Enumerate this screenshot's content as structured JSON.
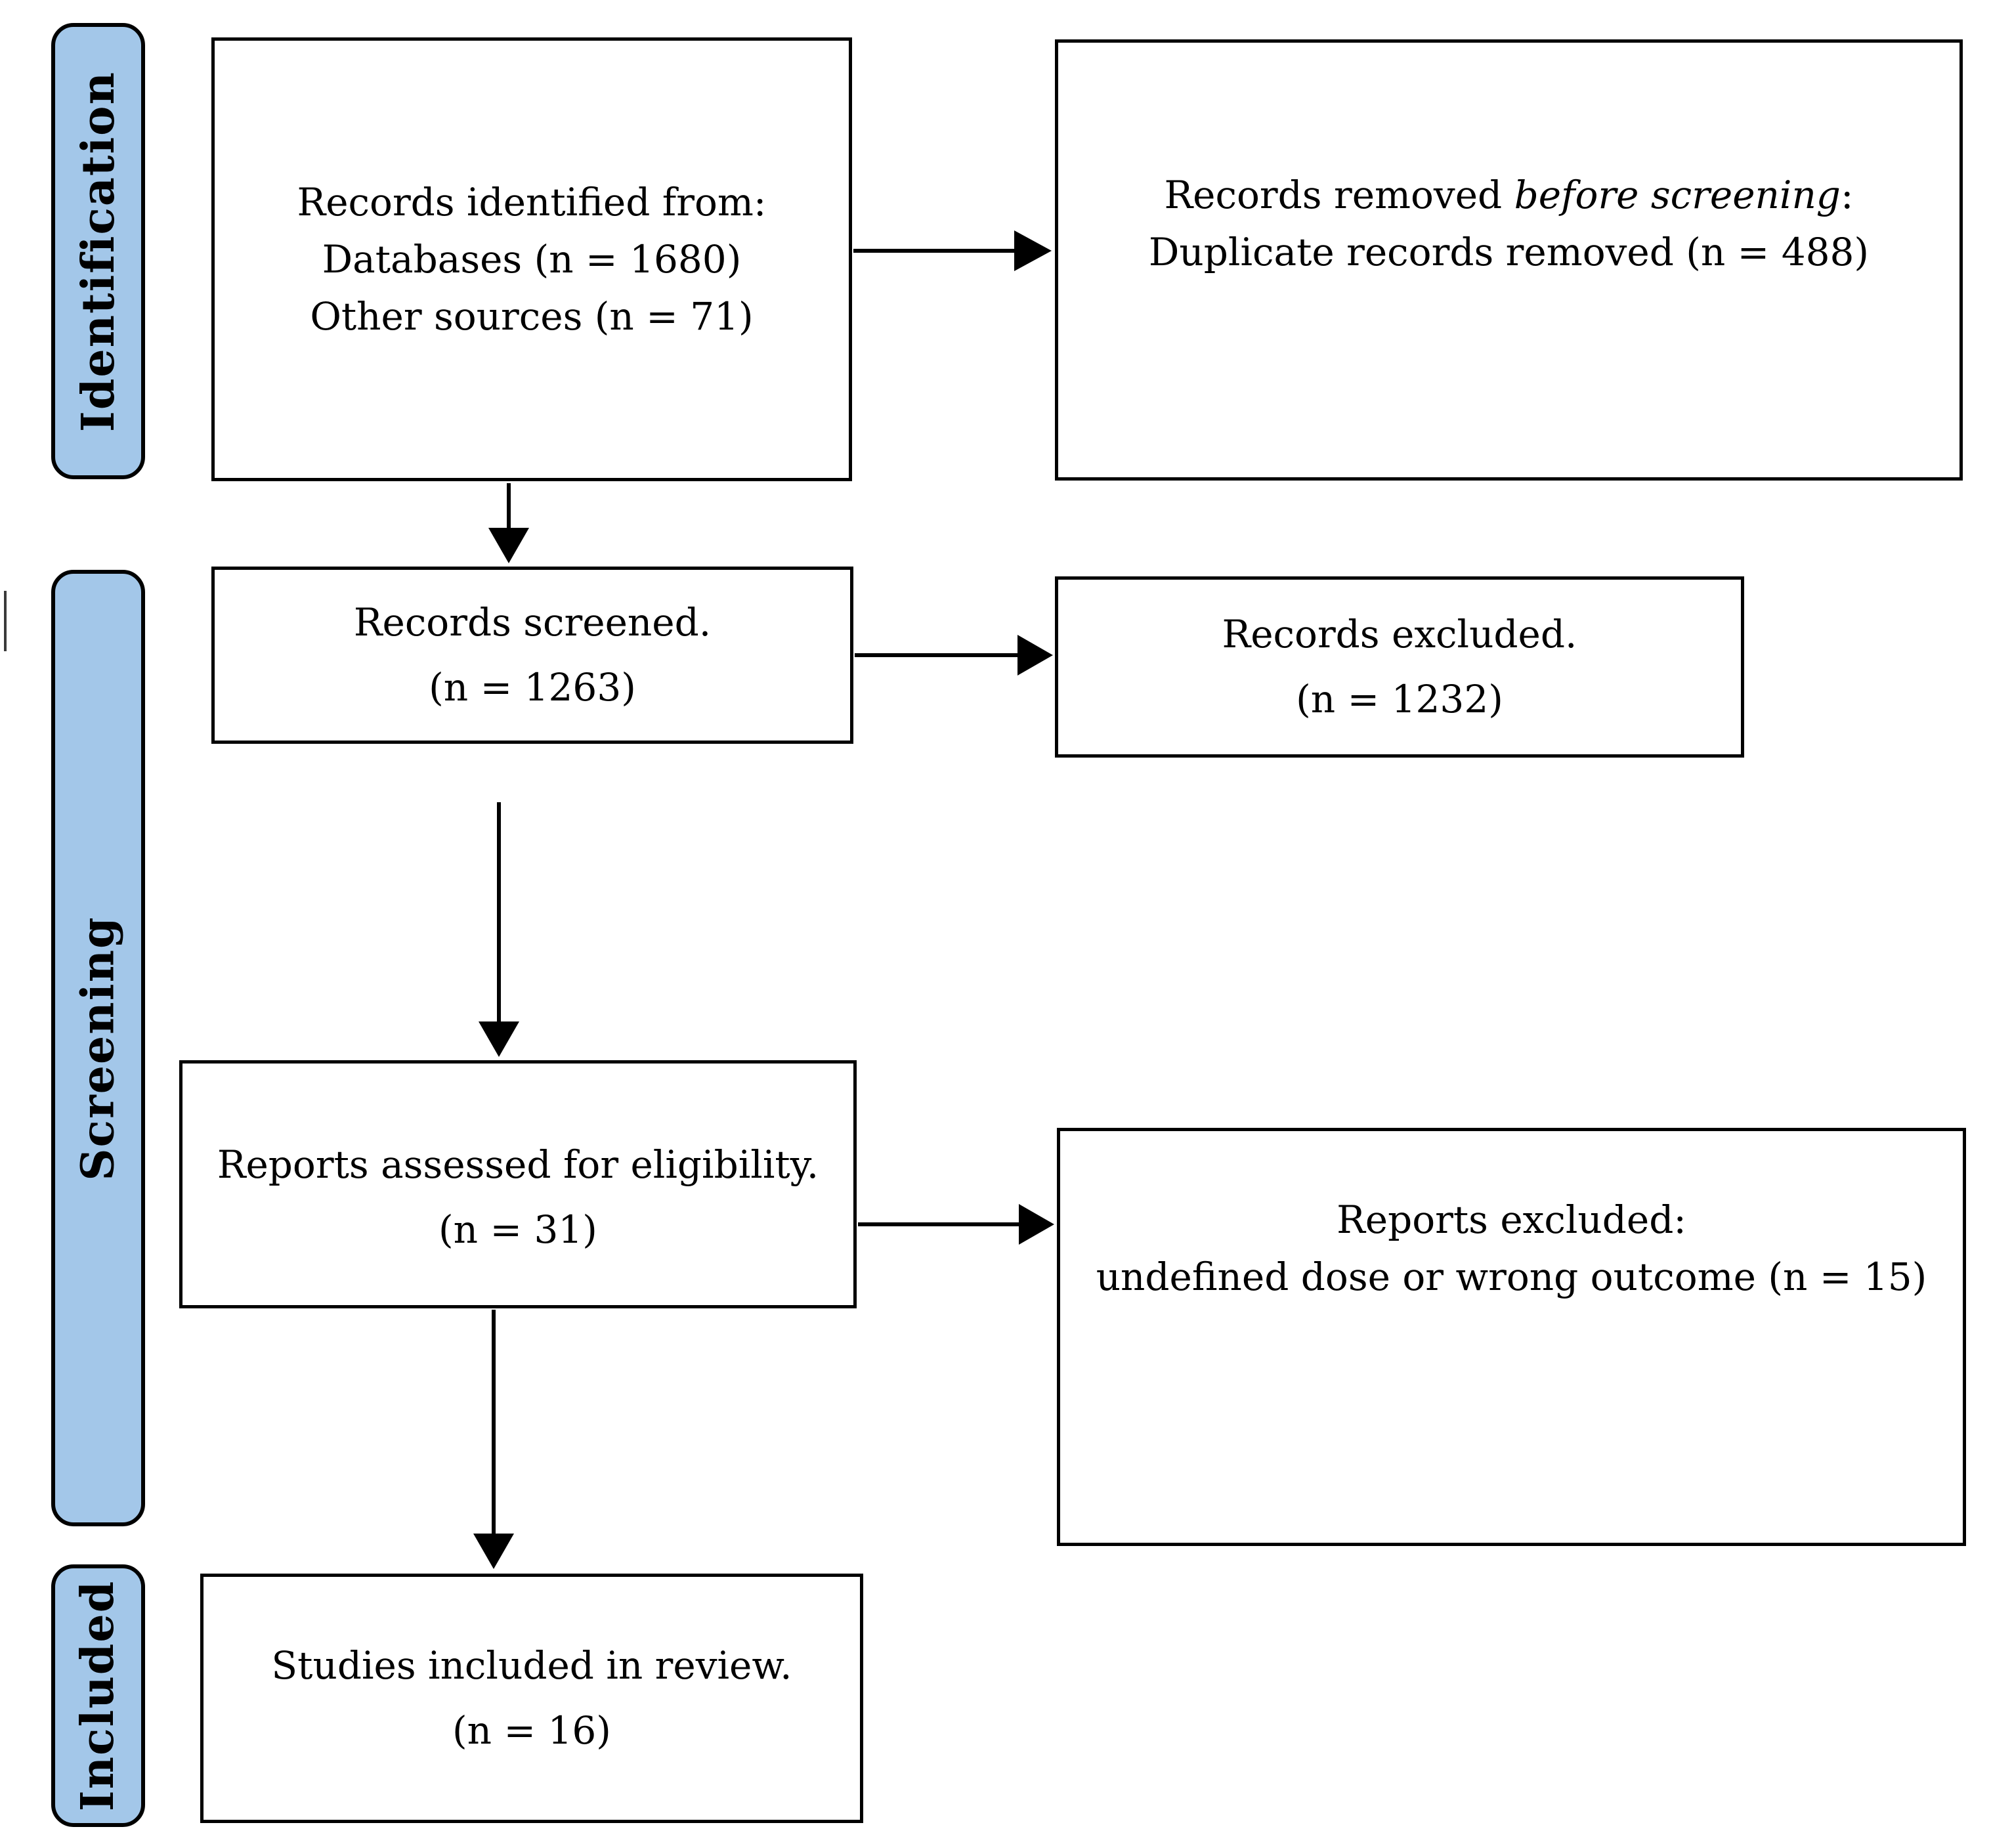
{
  "figure": {
    "stage_fill": "#A3C7E9",
    "stage_border": "#000000",
    "box_border": "#000000",
    "background": "#FFFFFF",
    "text_color": "#000000"
  },
  "stages": [
    {
      "label": "Identification"
    },
    {
      "label": "Screening"
    },
    {
      "label": "Included"
    }
  ],
  "boxes": {
    "identified": {
      "lines": [
        "Records identified from:",
        "Databases (n = 1680)",
        "Other sources (n = 71)"
      ]
    },
    "removed": {
      "line1_prefix": "Records removed ",
      "line1_italic": "before screening",
      "line1_suffix": ":",
      "line2": "Duplicate records removed (n = 488)"
    },
    "screened": {
      "lines": [
        "Records screened.",
        "(n = 1263)"
      ]
    },
    "records_excluded": {
      "lines": [
        "Records excluded.",
        "(n = 1232)"
      ]
    },
    "assessed": {
      "lines": [
        "Reports assessed for eligibility.",
        "(n = 31)"
      ]
    },
    "reports_excluded": {
      "lines": [
        "Reports excluded:",
        "undefined dose or wrong outcome (n = 15)"
      ]
    },
    "included_studies": {
      "lines": [
        "Studies included in review.",
        "(n = 16)"
      ]
    }
  }
}
